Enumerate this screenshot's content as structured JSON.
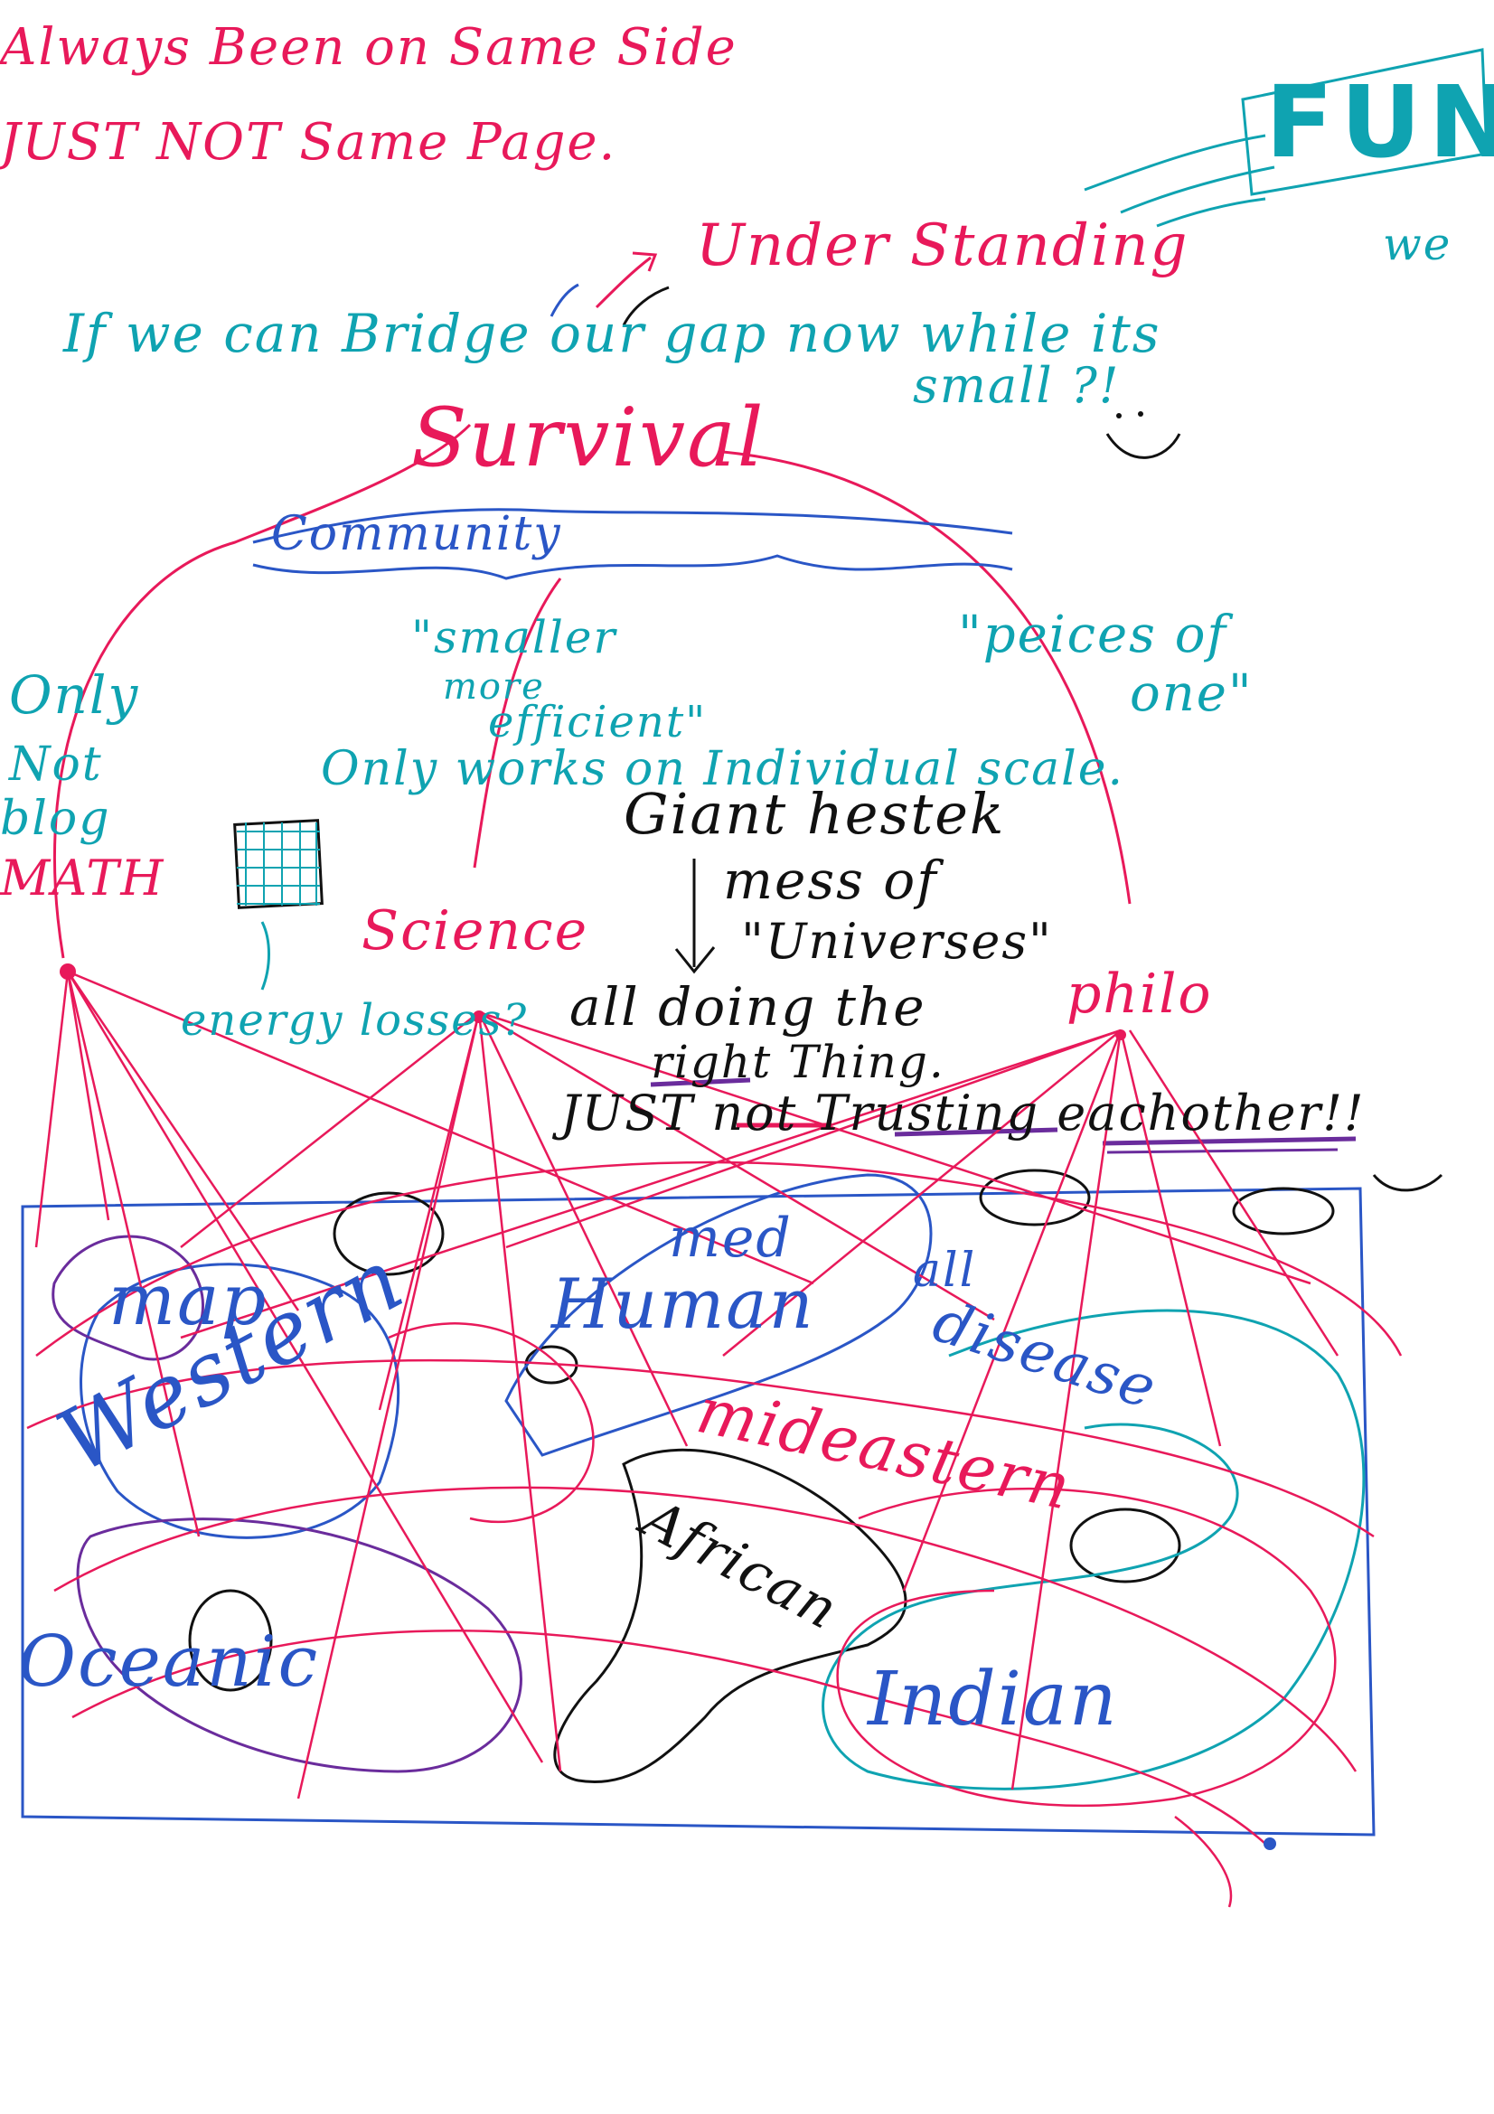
{
  "colors": {
    "red": "#e8195a",
    "teal": "#0fa3b1",
    "blue": "#2a56c6",
    "black": "#111111",
    "purple": "#6a2c9c"
  },
  "notes": {
    "line1": "Always Been on Same Side",
    "line2": "JUST NOT Same Page.",
    "fun": "FUN",
    "we": "we",
    "understanding": "Under Standing",
    "bridge": "If we can Bridge our gap now while its",
    "small": "small ?!",
    "survival": "Survival",
    "community": "Community",
    "smaller": "\"smaller",
    "more": "more",
    "efficient": "efficient\"",
    "individual": "Only works on Individual scale.",
    "pieces": "\"peices of",
    "one": "one\"",
    "only": "Only",
    "not": "Not",
    "blog": "blog",
    "math": "MATH",
    "giant": "Giant hestek",
    "mess": "mess of",
    "universes": "\"Universes\"",
    "science": "Science",
    "energy": "energy losses?",
    "alldoing": "all doing the",
    "right": "right Thing.",
    "trusting": "JUST not Trusting eachother!!",
    "philo": "philo",
    "map": "map",
    "western": "Western",
    "med": "med",
    "human": "Human",
    "all": "all",
    "disease": "disease",
    "mideastern": "mideastern",
    "african": "African",
    "oceanic": "Oceanic",
    "indian": "Indian"
  }
}
